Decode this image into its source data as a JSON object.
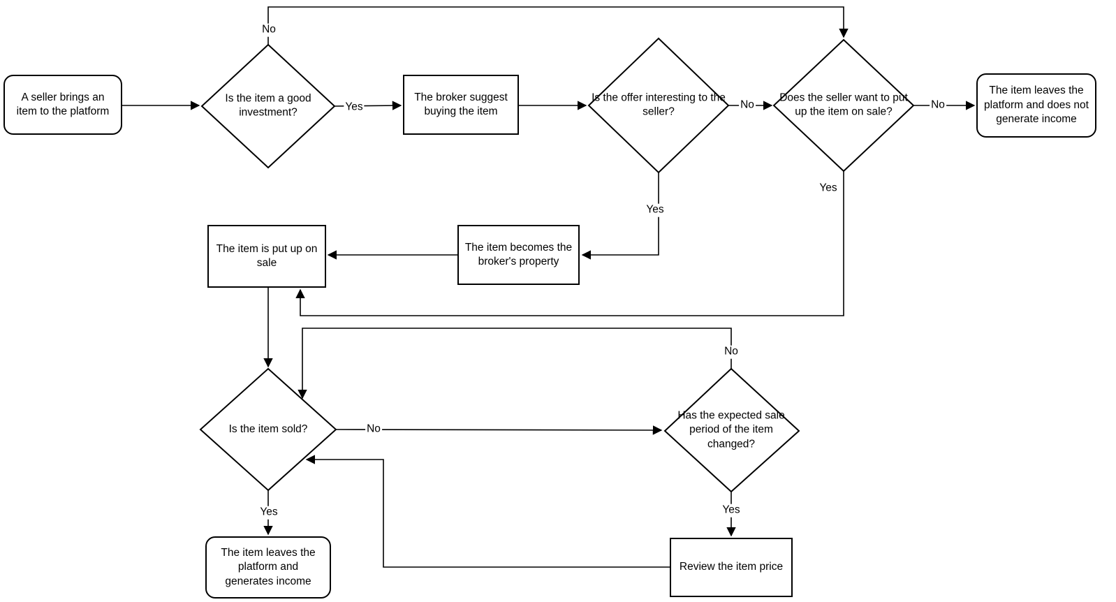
{
  "diagram": {
    "type": "flowchart",
    "background_color": "#ffffff",
    "line_color": "#000000",
    "shape_fill_color": "#ffffff",
    "text_color": "#000000",
    "nodes": [
      {
        "id": "start",
        "shape": "rounded-terminator",
        "label": "A seller brings an item to the platform"
      },
      {
        "id": "good-investment",
        "shape": "decision-diamond",
        "label": "Is the item a good investment?"
      },
      {
        "id": "broker-suggests",
        "shape": "process-rect",
        "label": "The broker suggest buying the item"
      },
      {
        "id": "offer-interesting",
        "shape": "decision-diamond",
        "label": "Is the offer interesting to the seller?"
      },
      {
        "id": "seller-wants-sale",
        "shape": "decision-diamond",
        "label": "Does the seller want to put up the item on sale?"
      },
      {
        "id": "leaves-no-income",
        "shape": "rounded-terminator",
        "label": "The item leaves the platform and does not generate income"
      },
      {
        "id": "item-on-sale",
        "shape": "process-rect",
        "label": "The item is put up on sale"
      },
      {
        "id": "broker-property",
        "shape": "process-rect",
        "label": "The item becomes the broker's property"
      },
      {
        "id": "item-sold",
        "shape": "decision-diamond",
        "label": "Is the item sold?"
      },
      {
        "id": "sale-period-changed",
        "shape": "decision-diamond",
        "label": "Has the expected sale period of the item changed?"
      },
      {
        "id": "leaves-generates-income",
        "shape": "rounded-terminator",
        "label": "The item leaves the platform and generates income"
      },
      {
        "id": "review-price",
        "shape": "process-rect",
        "label": "Review the item price"
      }
    ],
    "edges": [
      {
        "from": "start",
        "to": "good-investment",
        "label": ""
      },
      {
        "from": "good-investment",
        "to": "seller-wants-sale",
        "label": "No"
      },
      {
        "from": "good-investment",
        "to": "broker-suggests",
        "label": "Yes"
      },
      {
        "from": "broker-suggests",
        "to": "offer-interesting",
        "label": ""
      },
      {
        "from": "offer-interesting",
        "to": "seller-wants-sale",
        "label": "No"
      },
      {
        "from": "seller-wants-sale",
        "to": "leaves-no-income",
        "label": "No"
      },
      {
        "from": "offer-interesting",
        "to": "broker-property",
        "label": "Yes"
      },
      {
        "from": "seller-wants-sale",
        "to": "item-on-sale",
        "label": "Yes"
      },
      {
        "from": "broker-property",
        "to": "item-on-sale",
        "label": ""
      },
      {
        "from": "item-on-sale",
        "to": "item-sold",
        "label": ""
      },
      {
        "from": "item-sold",
        "to": "leaves-generates-income",
        "label": "Yes"
      },
      {
        "from": "item-sold",
        "to": "sale-period-changed",
        "label": "No"
      },
      {
        "from": "sale-period-changed",
        "to": "item-sold",
        "label": "No"
      },
      {
        "from": "sale-period-changed",
        "to": "review-price",
        "label": "Yes"
      },
      {
        "from": "review-price",
        "to": "item-sold",
        "label": ""
      }
    ]
  }
}
